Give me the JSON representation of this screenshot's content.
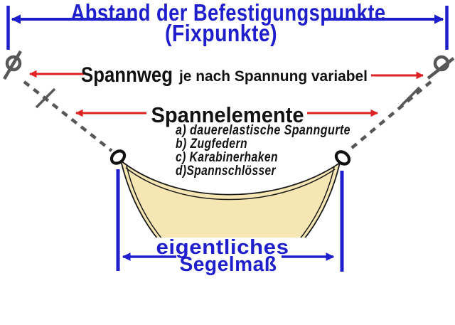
{
  "diagram": {
    "title": {
      "line1": "Abstand der Befestigungspunkte",
      "line2": "(Fixpunkte)"
    },
    "spannweg": {
      "label": "Spannweg",
      "note": "je nach Spannung variabel"
    },
    "spannelemente": {
      "label": "Spannelemente",
      "items": [
        "a) dauerelastische Spanngurte",
        "b) Zugfedern",
        "c) Karabinerhaken",
        "d)Spannschlösser"
      ]
    },
    "sail_measure": {
      "line1": "eigentliches",
      "line2": "Segelmaß"
    },
    "colors": {
      "accent_blue": "#1e1ecd",
      "accent_red": "#dc2222",
      "hardware_gray": "#575757",
      "ring_black": "#111111",
      "text_black": "#111111",
      "sail_fill": "#f5e6b3",
      "sail_stroke": "#1a1a1a",
      "background": "#ffffff"
    }
  }
}
